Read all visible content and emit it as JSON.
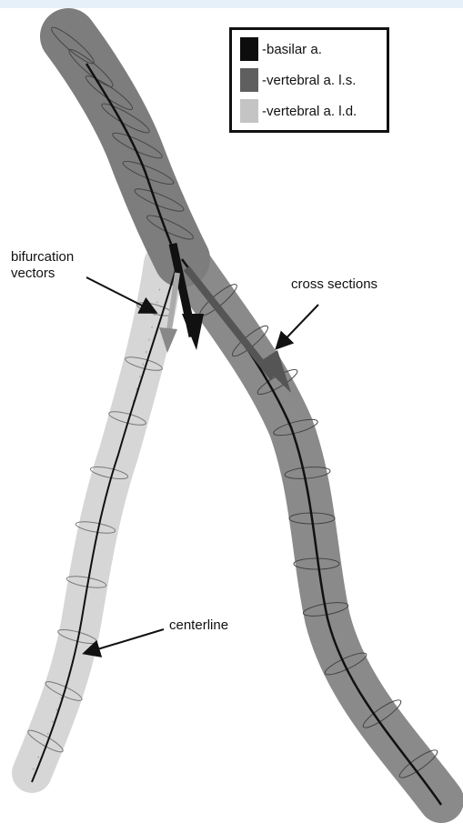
{
  "legend": {
    "items": [
      {
        "label": "-basilar a.",
        "color": "#0d0d0d"
      },
      {
        "label": "-vertebral a. l.s.",
        "color": "#5f5f5f"
      },
      {
        "label": "-vertebral a. l.d.",
        "color": "#c4c4c4"
      }
    ]
  },
  "annotations": {
    "bifurcation_line1": "bifurcation",
    "bifurcation_line2": "vectors",
    "cross_sections": "cross sections",
    "centerline": "centerline"
  },
  "colors": {
    "basilar": "#0d0d0d",
    "vertebral_ls": "#8a8a8a",
    "vertebral_ld": "#d6d6d6",
    "outline": "#444444"
  }
}
